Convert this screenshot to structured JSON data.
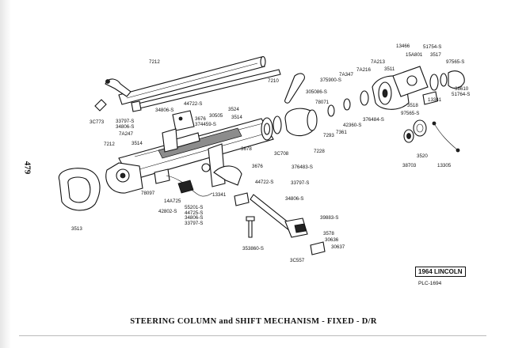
{
  "page_number": "479",
  "caption": "STEERING COLUMN and SHIFT MECHANISM - FIXED - D/R",
  "badge": "1964 LINCOLN",
  "plate": "PLC-1694",
  "part_labels": [
    "7212",
    "3C773",
    "34806-S",
    "44722-S",
    "3676",
    "374459-S",
    "30505",
    "3524",
    "3514",
    "33797-S",
    "34806-S",
    "7A247",
    "7212",
    "3514",
    "3678",
    "3513",
    "78097",
    "14A725",
    "42802-S",
    "13341",
    "3676",
    "44722-S",
    "33797-S",
    "34806-S",
    "55201-S",
    "44725-S",
    "34806-S",
    "33797-S",
    "353860-S",
    "7210",
    "305086-S",
    "375900-S",
    "78071",
    "7A347",
    "7A216",
    "7A213",
    "3511",
    "3C708",
    "376483-S",
    "7228",
    "7293",
    "42360-S",
    "7361",
    "376484-S",
    "13466",
    "51754-S",
    "15A801",
    "3517",
    "97565-S",
    "3518",
    "13341",
    "97565-S",
    "38610",
    "51764-S",
    "3520",
    "38703",
    "13305",
    "39883-S",
    "3578",
    "30636",
    "30637",
    "3C557"
  ]
}
